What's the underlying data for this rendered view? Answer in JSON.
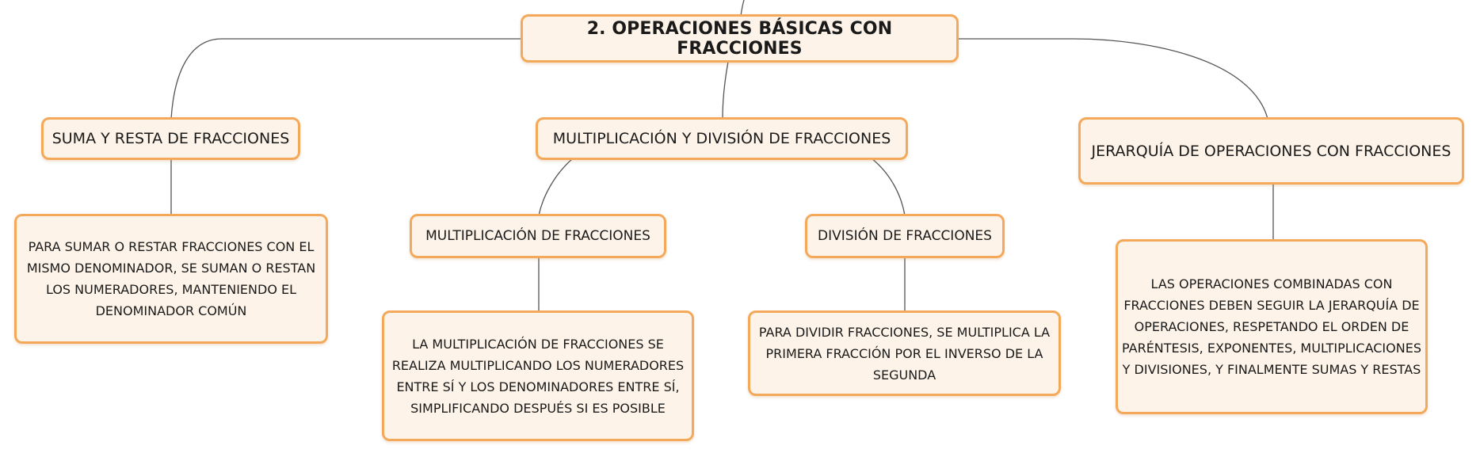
{
  "diagram": {
    "root": {
      "label": "2. OPERACIONES BÁSICAS CON FRACCIONES"
    },
    "branches": [
      {
        "label": "SUMA Y RESTA DE FRACCIONES",
        "detail": "PARA SUMAR O RESTAR FRACCIONES CON EL MISMO DENOMINADOR, SE SUMAN O RESTAN LOS NUMERADORES, MANTENIENDO EL DENOMINADOR COMÚN"
      },
      {
        "label": "MULTIPLICACIÓN Y DIVISIÓN DE FRACCIONES",
        "children": [
          {
            "label": "MULTIPLICACIÓN DE FRACCIONES",
            "detail": "LA MULTIPLICACIÓN DE FRACCIONES SE REALIZA MULTIPLICANDO LOS NUMERADORES ENTRE SÍ Y LOS DENOMINADORES ENTRE SÍ, SIMPLIFICANDO DESPUÉS SI ES POSIBLE"
          },
          {
            "label": "DIVISIÓN DE FRACCIONES",
            "detail": "PARA DIVIDIR FRACCIONES, SE MULTIPLICA LA PRIMERA FRACCIÓN POR EL INVERSO DE LA SEGUNDA"
          }
        ]
      },
      {
        "label": "JERARQUÍA DE OPERACIONES CON FRACCIONES",
        "detail": "LAS OPERACIONES COMBINADAS CON FRACCIONES DEBEN SEGUIR LA JERARQUÍA DE OPERACIONES, RESPETANDO EL ORDEN DE PARÉNTESIS, EXPONENTES, MULTIPLICACIONES Y DIVISIONES, Y FINALMENTE SUMAS Y RESTAS"
      }
    ]
  },
  "colors": {
    "node_fill": "#fdf3e8",
    "node_border": "#f4a95a",
    "connector": "#555555",
    "text": "#1a1a1a"
  }
}
